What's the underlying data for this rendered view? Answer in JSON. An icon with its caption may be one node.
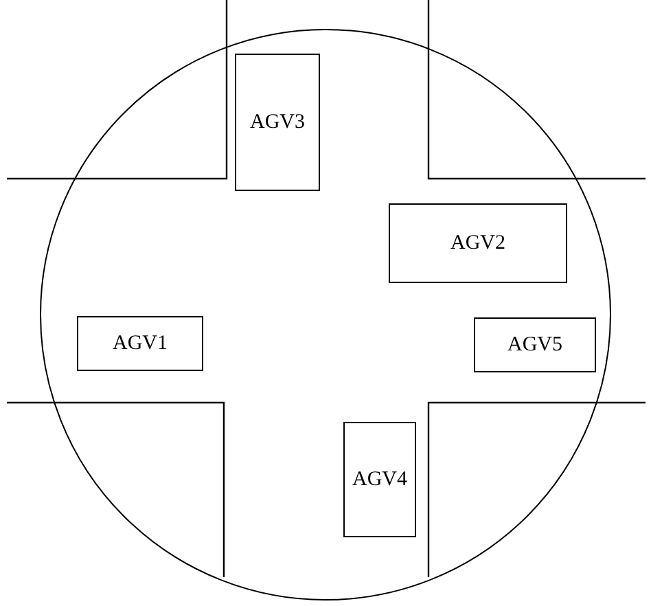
{
  "diagram": {
    "nodes": [
      {
        "text": [],
        "shape": "circle"
      },
      {
        "text": [
          "AGV3"
        ],
        "in": 0
      },
      {
        "text": [
          "AGV2"
        ],
        "in": 0
      },
      {
        "text": [
          "AGV1"
        ],
        "in": 0
      },
      {
        "text": [
          "AGV5"
        ],
        "in": 0
      },
      {
        "text": [
          "AGV4"
        ],
        "in": 0
      }
    ]
  }
}
